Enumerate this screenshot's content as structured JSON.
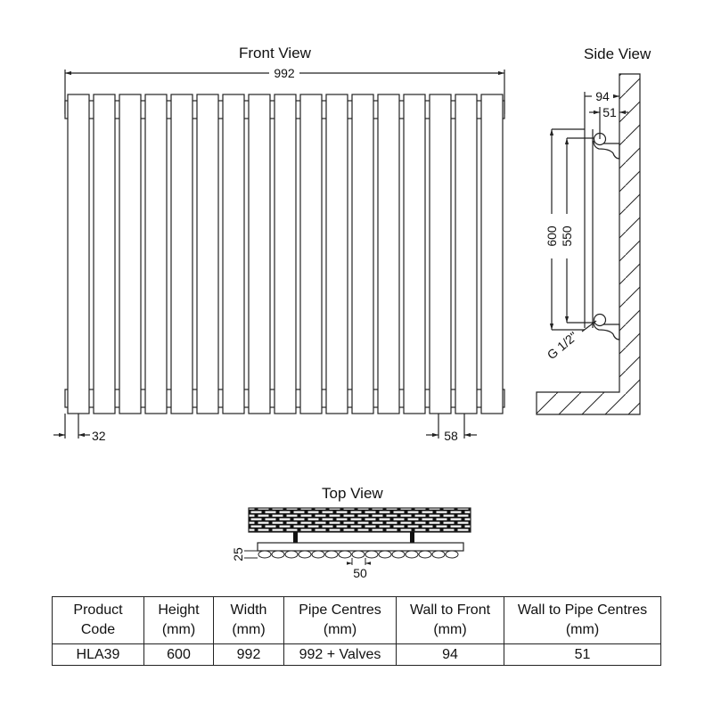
{
  "views": {
    "front": {
      "title": "Front View",
      "width_dim": "992",
      "edge_dim": "32",
      "pitch_dim": "58",
      "panel_count": 17
    },
    "side": {
      "title": "Side View",
      "wall_to_front_dim": "94",
      "wall_to_pipe_dim": "51",
      "height_dim": "600",
      "pipe_centres_dim": "550",
      "connection_label": "G 1/2\""
    },
    "top": {
      "title": "Top View",
      "depth_dim": "25",
      "pitch_dim": "50"
    }
  },
  "spec_table": {
    "headers": [
      [
        "Product",
        "Code"
      ],
      [
        "Height",
        "(mm)"
      ],
      [
        "Width",
        "(mm)"
      ],
      [
        "Pipe Centres",
        "(mm)"
      ],
      [
        "Wall to Front",
        "(mm)"
      ],
      [
        "Wall to Pipe Centres",
        "(mm)"
      ]
    ],
    "rows": [
      [
        "HLA39",
        "600",
        "992",
        "992 + Valves",
        "94",
        "51"
      ]
    ]
  },
  "colors": {
    "line": "#222222",
    "background": "#ffffff"
  }
}
